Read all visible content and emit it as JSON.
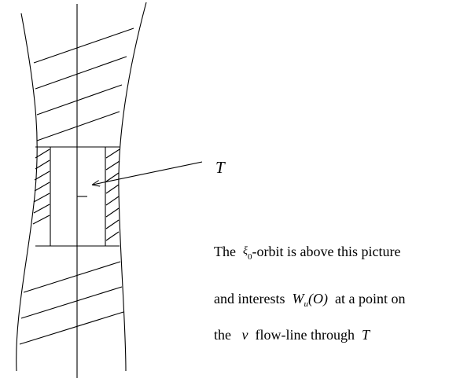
{
  "labels": {
    "t": "T"
  },
  "caption": {
    "line1": {
      "a": "The",
      "xi": "ξ",
      "xi_sub": "0",
      "b": "-orbit is above this picture"
    },
    "line2": {
      "a": "and interests",
      "w": "W",
      "w_sub": "u",
      "w_arg": "(O)",
      "b": "at a point on"
    },
    "line3": {
      "a": "the",
      "nu": "ν",
      "b": "flow-line through",
      "t": "T"
    }
  }
}
